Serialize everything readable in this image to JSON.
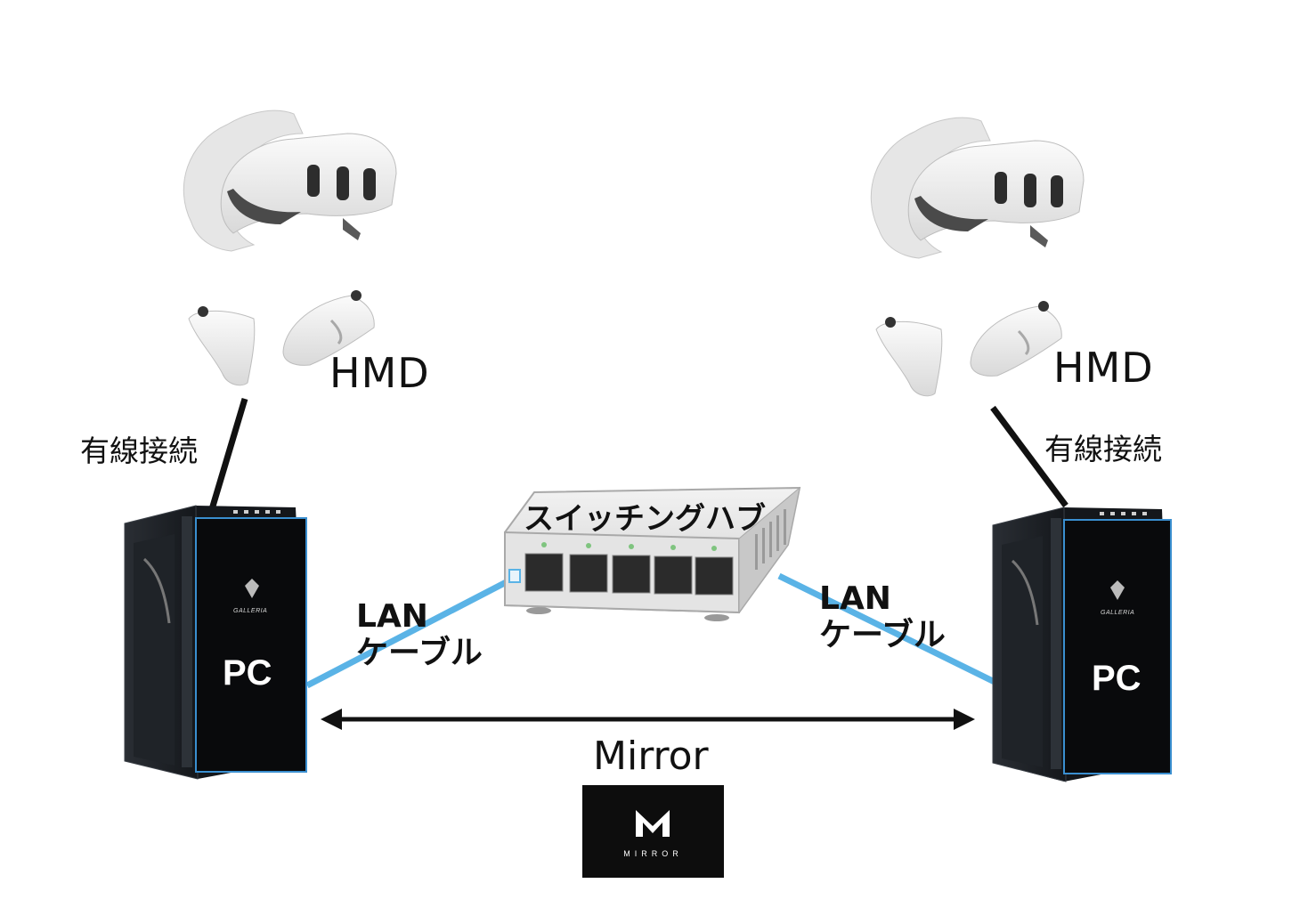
{
  "labels": {
    "hmd_left": "HMD",
    "hmd_right": "HMD",
    "wired_left": "有線接続",
    "wired_right": "有線接続",
    "pc_left": "PC",
    "pc_right": "PC",
    "brand_left": "GALLERIA",
    "brand_right": "GALLERIA",
    "hub": "スイッチングハブ",
    "lan_left_line1": "LAN",
    "lan_left_line2": "ケーブル",
    "lan_right_line1": "LAN",
    "lan_right_line2": "ケーブル",
    "mirror": "Mirror",
    "logo_text": "MIRROR"
  },
  "colors": {
    "lan_cable": "#5ab3e6",
    "wired_cable": "#111111",
    "pc_body": "#1a1d22",
    "pc_accent": "#3a8fd0",
    "logo_bg": "#0d0d0d"
  },
  "icons": [
    "vr-headset-icon",
    "vr-controller-icon",
    "pc-tower-icon",
    "network-switch-icon",
    "mirror-logo-icon"
  ]
}
